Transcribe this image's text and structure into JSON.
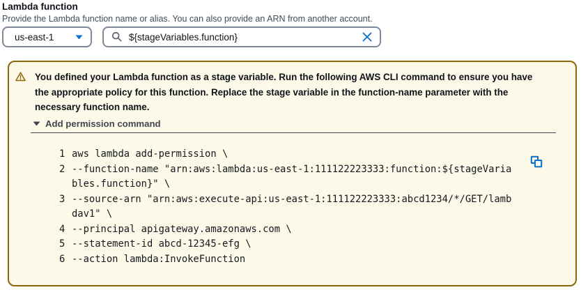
{
  "header": {
    "title": "Lambda function",
    "description": "Provide the Lambda function name or alias. You can also provide an ARN from another account."
  },
  "function_selector": {
    "region": "us-east-1",
    "search_value": "${stageVariables.function}"
  },
  "alert": {
    "message": "You defined your Lambda function as a stage variable. Run the following AWS CLI command to ensure you have\nthe appropriate policy for this function. Replace the stage variable in the function-name parameter with the\nnecessary function name.",
    "section_label": "Add permission command",
    "code": {
      "lines": [
        {
          "number": "1",
          "text": "aws lambda add-permission \\"
        },
        {
          "number": "2",
          "text": "--function-name \"arn:aws:lambda:us-east-1:111122223333:function:${stageVariables.function}\" \\"
        },
        {
          "number": "3",
          "text": "--source-arn \"arn:aws:execute-api:us-east-1:111122223333:abcd1234/*/GET/lambdav1\" \\"
        },
        {
          "number": "4",
          "text": "--principal apigateway.amazonaws.com \\"
        },
        {
          "number": "5",
          "text": "--statement-id abcd-12345-efg \\"
        },
        {
          "number": "6",
          "text": "--action lambda:InvokeFunction"
        }
      ]
    }
  },
  "colors": {
    "accent_blue": "#0972d3",
    "warning_border": "#8d6605",
    "warning_background": "#fcf9e8",
    "control_border": "#7d8998",
    "text_primary": "#0f141a",
    "text_secondary": "#414d5c",
    "divider": "#424650"
  }
}
